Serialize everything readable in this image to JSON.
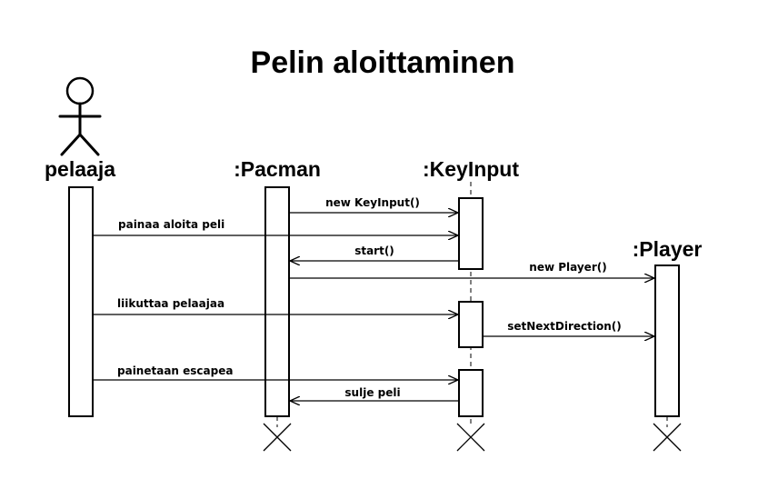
{
  "title": "Pelin aloittaminen",
  "participants": [
    {
      "id": "pelaaja",
      "label": "pelaaja"
    },
    {
      "id": "pacman",
      "label": ":Pacman"
    },
    {
      "id": "keyinput",
      "label": ":KeyInput"
    },
    {
      "id": "player",
      "label": ":Player"
    }
  ],
  "messages": [
    {
      "id": "new-keyinput",
      "label": "new KeyInput()"
    },
    {
      "id": "painaa-aloita-peli",
      "label": "painaa aloita peli"
    },
    {
      "id": "start",
      "label": "start()"
    },
    {
      "id": "new-player",
      "label": "new Player()"
    },
    {
      "id": "liikuttaa-pelaajaa",
      "label": "liikuttaa pelaajaa"
    },
    {
      "id": "set-next-direction",
      "label": "setNextDirection()"
    },
    {
      "id": "painetaan-escapea",
      "label": "painetaan escapea"
    },
    {
      "id": "sulje-peli",
      "label": "sulje peli"
    }
  ]
}
